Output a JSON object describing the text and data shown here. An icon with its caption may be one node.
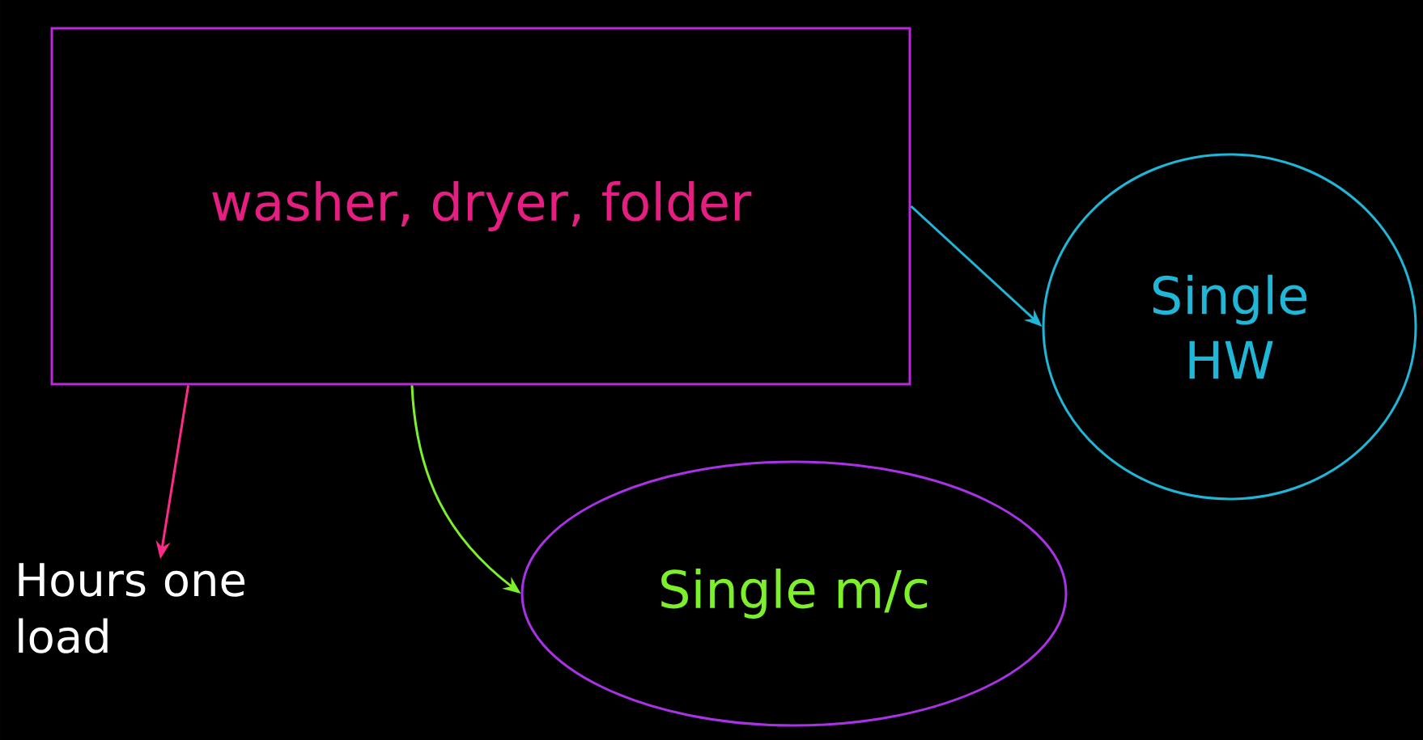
{
  "diagram": {
    "nodes": [
      {
        "text": [
          "washer, dryer, folder"
        ]
      },
      {
        "text": [
          "Single HW"
        ]
      },
      {
        "text": [
          "Single m/c"
        ]
      },
      {
        "text": [
          "Hours one load"
        ]
      }
    ],
    "edges": [
      {
        "from": 0,
        "to": 1,
        "arrow": "to",
        "color": "#1fb6d8"
      },
      {
        "from": 0,
        "to": 2,
        "arrow": "to",
        "color": "#7cf02a"
      },
      {
        "from": 0,
        "to": 3,
        "arrow": "to",
        "color": "#ff2a85"
      }
    ]
  }
}
